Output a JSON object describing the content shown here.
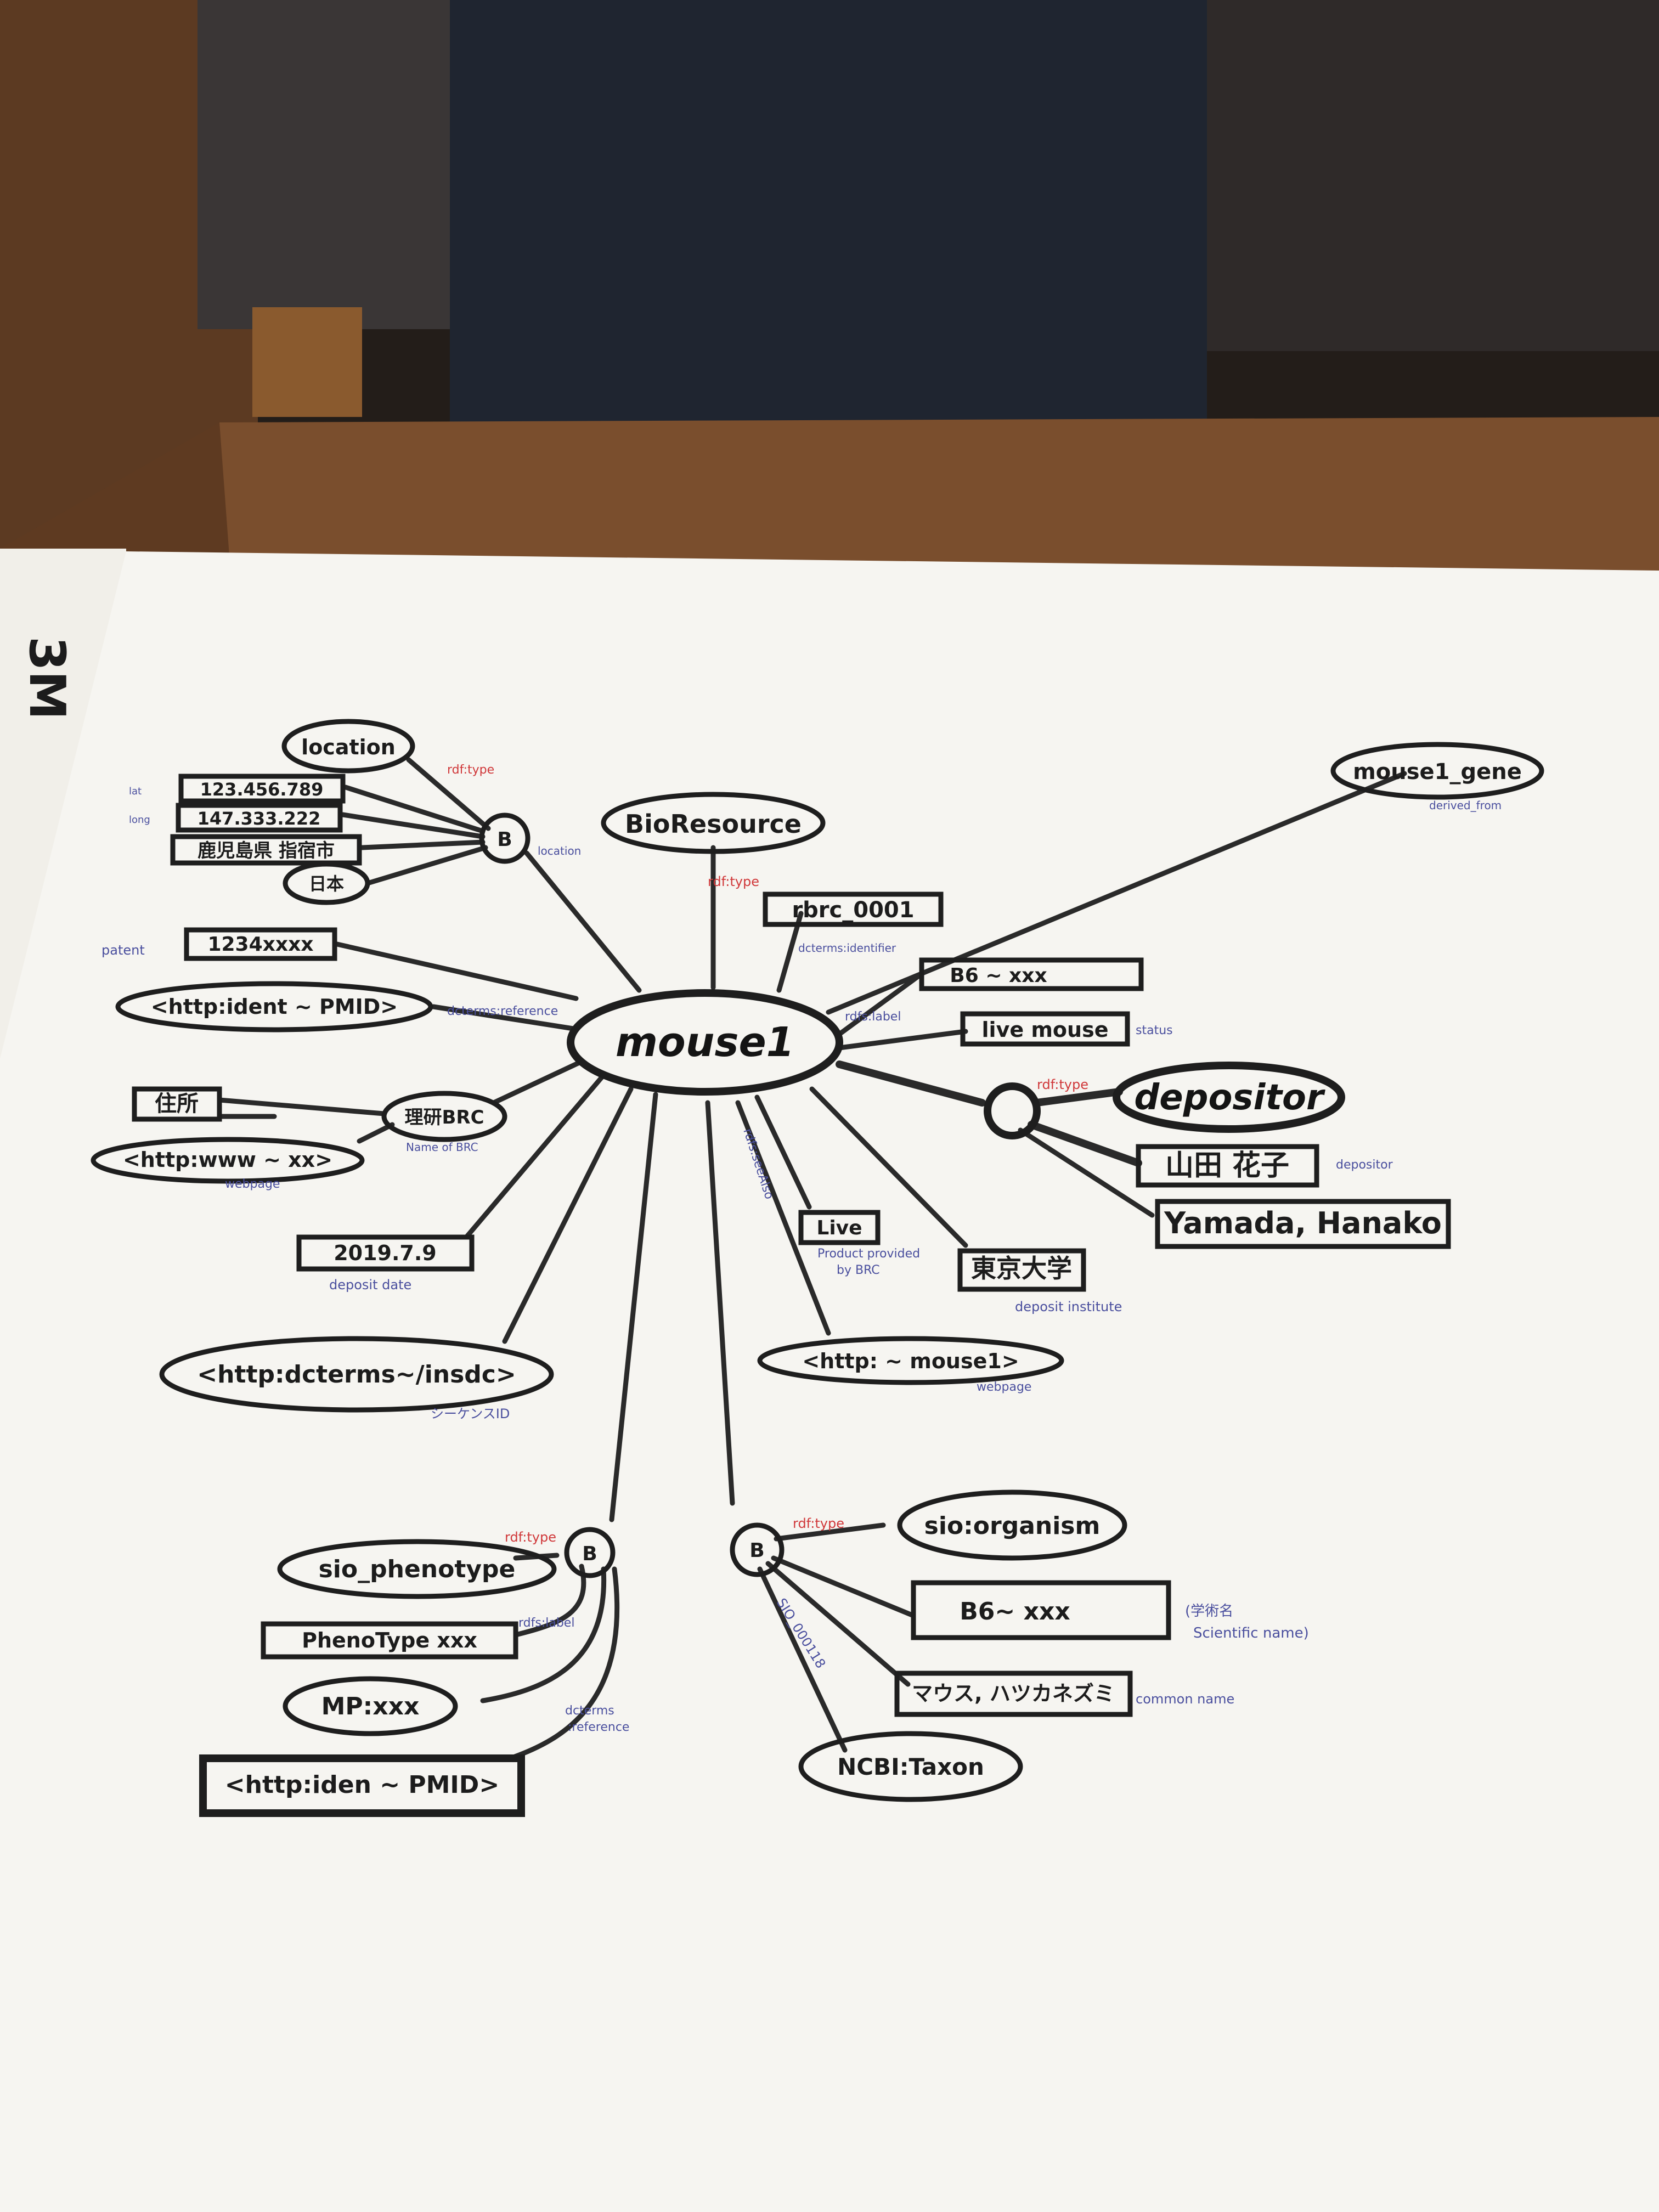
{
  "colors": {
    "paper": "#f6f5f1",
    "ink": "#1e1e1e",
    "predicate_blue": "#4a4f9e",
    "rdf_type_red": "#d0383a",
    "table_wood": "#7a4e2d"
  },
  "pad_brand": "3M",
  "central_node": "mouse1",
  "nodes": {
    "bioresource": "BioResource",
    "rbrc_id": "rbrc_0001",
    "b6_label": "B6 ~ xxx",
    "live_mouse": "live mouse",
    "depositor_class": "depositor",
    "depositor_ja": "山田 花子",
    "depositor_en": "Yamada, Hanako",
    "gene": "mouse1_gene",
    "location_class": "location",
    "lat": "123.456.789",
    "lng": "147.333.222",
    "address": "鹿児島県 指宿市",
    "country": "日本",
    "patent": "1234xxxx",
    "reference_pmid": "<http:ident ~ PMID>",
    "jusho": "住所",
    "riken_brc": "理研BRC",
    "webpage_brc": "<http:www ~ xx>",
    "deposit_date": "2019.7.9",
    "insdc": "<http:dcterms~/insdc>",
    "live": "Live",
    "tokyo_univ": "東京大学",
    "mouse1_web": "<http: ~ mouse1>",
    "sio_phenotype": "sio_phenotype",
    "phenotype_label": "PhenoType xxx",
    "mp": "MP:xxx",
    "pheno_pmid": "<http:iden ~ PMID>",
    "sio_organism": "sio:organism",
    "b6_sci": "B6~ xxx",
    "mouse_common": "マウス, ハツカネズミ",
    "ncbi_taxon": "NCBI:Taxon",
    "bnode_location": "B",
    "bnode_pheno": "B",
    "bnode_org": "B"
  },
  "predicates": {
    "rdf_type_location": "rdf:type",
    "lat_label": "lat",
    "lng_label": "long",
    "location": "location",
    "patent": "patent",
    "dcterms_reference": "dcterms:reference",
    "name_of_brc": "Name of BRC",
    "webpage_brc": "webpage",
    "deposit_date": "deposit date",
    "insdc_label": "シーケンスID",
    "rdf_type_bioresource": "rdf:type",
    "dcterms_identifier": "dcterms:identifier",
    "rdfs_label": "rdfs:label",
    "status": "status",
    "rdf_type_depositor": "rdf:type",
    "depositor": "depositor",
    "derived_from": "derived_from",
    "rdfs_see_also": "rdfs:seeAlso",
    "product_provided": "Product provided",
    "by_brc": "by BRC",
    "deposit_institute": "deposit institute",
    "webpage_mouse1": "webpage",
    "rdf_type_pheno": "rdf:type",
    "rdfs_label_pheno": "rdfs:label",
    "dcterms_ref_pheno_1": "dcterms",
    "dcterms_ref_pheno_2": ":reference",
    "rdf_type_org": "rdf:type",
    "sio_id": "SIO_000118",
    "sci_name_1": "(学術名",
    "sci_name_2": "Scientific name)",
    "common_name": "common name"
  }
}
